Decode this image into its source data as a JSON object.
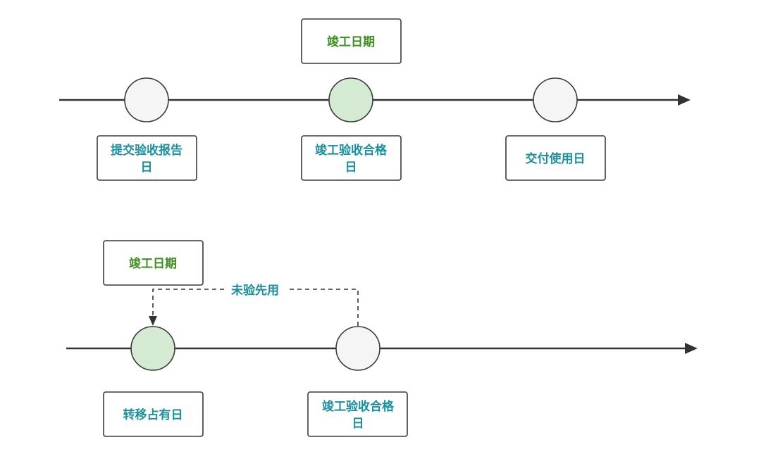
{
  "timeline_top": {
    "date_label": "竣工日期",
    "events": [
      {
        "lines": [
          "提交验收报告",
          "日"
        ],
        "node": "white"
      },
      {
        "lines": [
          "竣工验收合格",
          "日"
        ],
        "node": "green"
      },
      {
        "lines": [
          "交付使用日"
        ],
        "node": "white"
      }
    ]
  },
  "timeline_bottom": {
    "date_label": "竣工日期",
    "dashed_label": "未验先用",
    "events": [
      {
        "lines": [
          "转移占有日"
        ],
        "node": "green"
      },
      {
        "lines": [
          "竣工验收合格",
          "日"
        ],
        "node": "white"
      }
    ]
  },
  "colors": {
    "date_text": "#3d8f1f",
    "event_text": "#1a8f9e",
    "green_node": "#d4ead2",
    "white_node": "#f5f5f5"
  }
}
